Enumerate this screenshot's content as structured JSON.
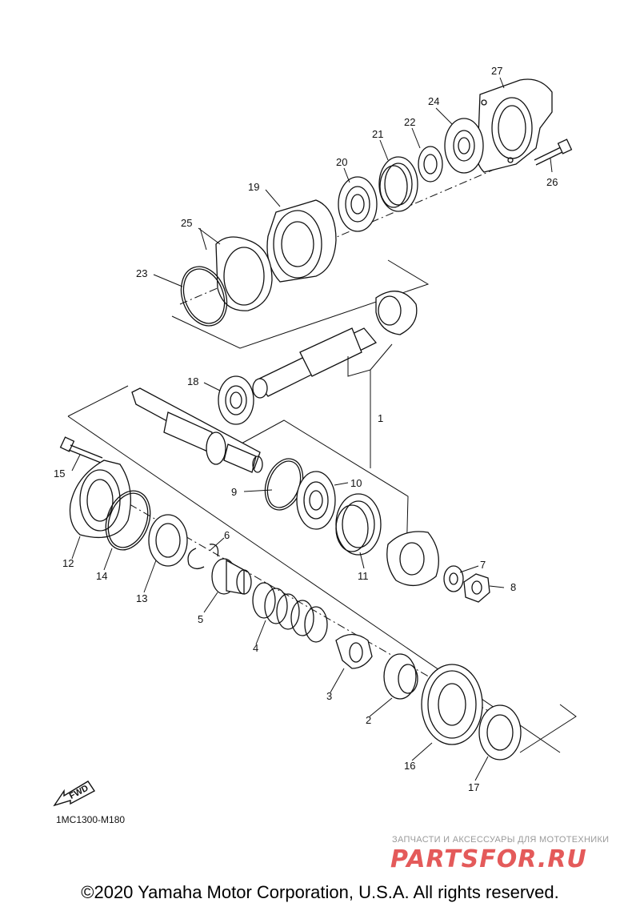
{
  "diagram": {
    "code": "1MC1300-M180",
    "fwd_label": "FWD",
    "callouts": [
      "27",
      "26",
      "24",
      "22",
      "21",
      "20",
      "19",
      "25",
      "23",
      "18",
      "1",
      "15",
      "9",
      "10",
      "12",
      "14",
      "13",
      "6",
      "11",
      "7",
      "8",
      "5",
      "4",
      "3",
      "2",
      "16",
      "17"
    ]
  },
  "footer": {
    "copyright": "©2020 Yamaha Motor Corporation, U.S.A. All rights reserved.",
    "watermark_caption": "ЗАПЧАСТИ И АКСЕССУАРЫ ДЛЯ МОТОТЕХНИКИ",
    "watermark_logo": "PARTSFOR.RU"
  },
  "colors": {
    "line": "#111111",
    "watermark_text": "#9a9a9a",
    "watermark_logo": "#e45a5a"
  }
}
